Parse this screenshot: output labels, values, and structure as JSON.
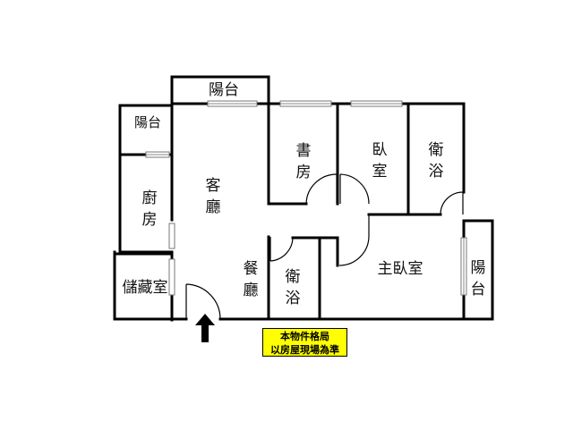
{
  "rooms": {
    "balcony_top": "陽台",
    "balcony_left": "陽台",
    "kitchen": "廚\n房",
    "storage": "儲藏室",
    "living_room": "客\n廳",
    "dining_room": "餐\n廳",
    "study": "書\n房",
    "bedroom": "臥\n室",
    "bathroom_upper": "衛\n浴",
    "bathroom_lower": "衛\n浴",
    "master_bedroom": "主臥室",
    "balcony_right": "陽\n台"
  },
  "notice": "本物件格局\n以房屋現場為準",
  "colors": {
    "notice_bg": "#ffff00",
    "wall": "#000000"
  }
}
